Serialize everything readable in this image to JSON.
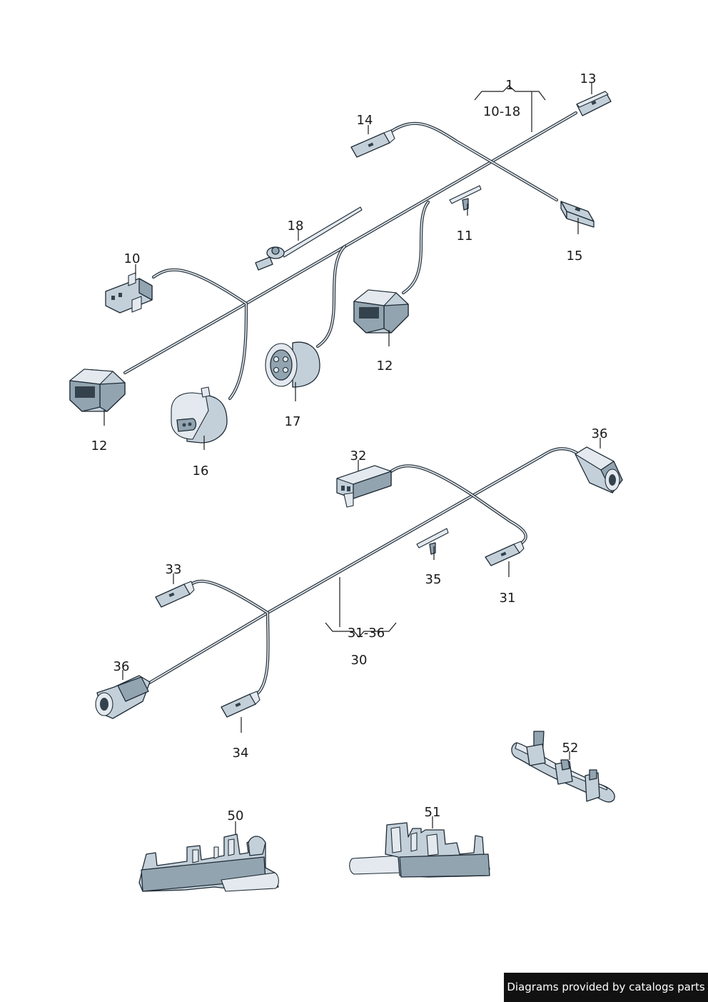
{
  "labels": {
    "p1": "1",
    "p1_range": "10-18",
    "p10": "10",
    "p11": "11",
    "p12a": "12",
    "p12b": "12",
    "p13": "13",
    "p14": "14",
    "p15": "15",
    "p16": "16",
    "p17": "17",
    "p18": "18",
    "p30": "30",
    "p30_range": "31-36",
    "p31": "31",
    "p32": "32",
    "p33": "33",
    "p34": "34",
    "p35": "35",
    "p36a": "36",
    "p36b": "36",
    "p50": "50",
    "p51": "51",
    "p52": "52"
  },
  "footer": {
    "text": "Diagrams provided by catalogs parts"
  }
}
